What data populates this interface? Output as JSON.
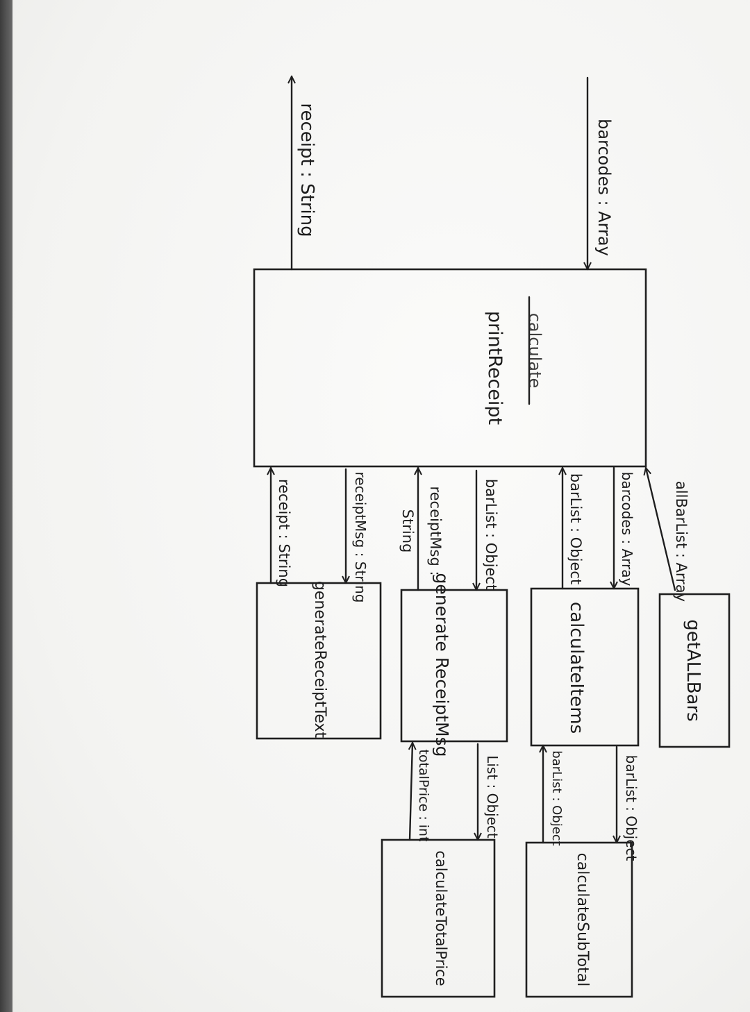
{
  "diagram": {
    "main_function": {
      "struck_text": "calculate",
      "name": "printReceipt"
    },
    "input_label": "barcodes : Array",
    "output_label": "receipt : String",
    "functions": {
      "get_all_bars": "getALLBars",
      "calculate_items": "calculateItems",
      "generate_receipt_msg": "generate ReceiptMsg",
      "generate_receipt_text": "generateReceiptText",
      "calculate_subtotal": "calculateSubTotal",
      "calculate_total_price": "calculateTotalPrice"
    },
    "edges": {
      "all_bar_list": "allBarList : Array",
      "barcodes": "barcodes : Array",
      "bar_list_object": "barList : Object",
      "bar_list_object_2": "barList : Object",
      "receipt_msg_string": "receiptMsg :",
      "receipt_msg_string_2": "String",
      "receipt_msg_string_3": "receiptMsg : String",
      "receipt_string": "receipt : String",
      "sub_bar_list_in": "barList : Object",
      "sub_bar_list_out": "barList : Object",
      "list_object": "List : Object",
      "total_price_int": "totalPrice : int"
    }
  }
}
